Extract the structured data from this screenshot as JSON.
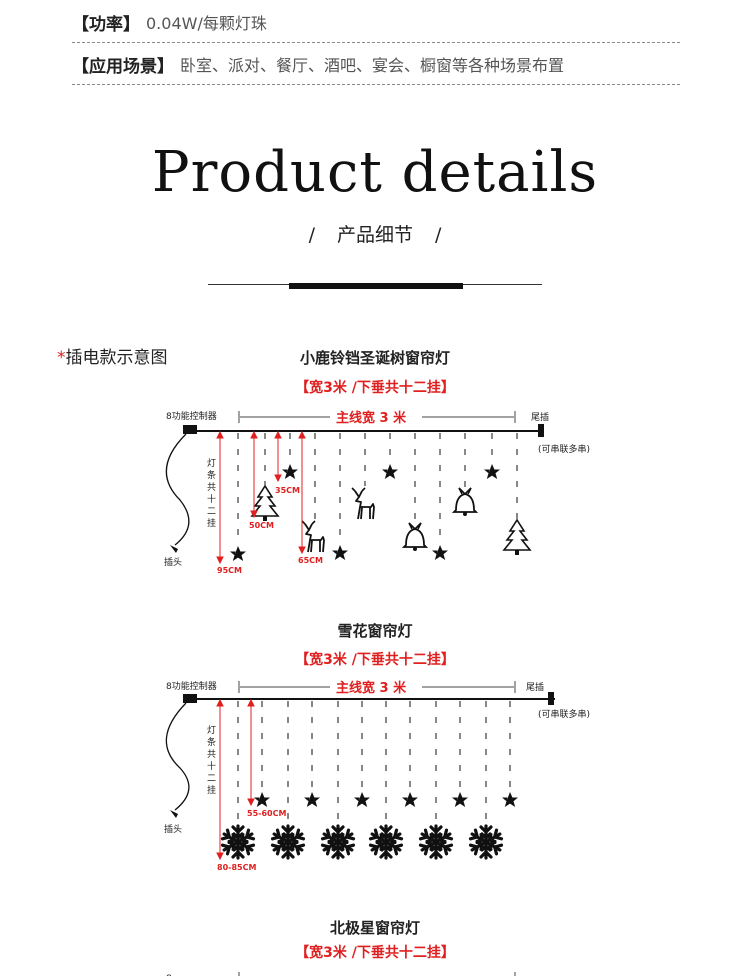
{
  "specs": [
    {
      "label": "【功率】",
      "value": "0.04W/每颗灯珠"
    },
    {
      "label": "【应用场景】",
      "value": "卧室、派对、餐厅、酒吧、宴会、橱窗等各种场景布置"
    }
  ],
  "heading": {
    "title": "Product details",
    "subtitle": "产品细节",
    "slash_left": "/",
    "slash_right": "/"
  },
  "plug_note": {
    "star": "*",
    "text": "插电款示意图"
  },
  "labels": {
    "controller": "8功能控制器",
    "main_wire": "主线宽 3 米",
    "tail_plug": "尾插",
    "connectable": "(可串联多串)",
    "plug": "插头",
    "strands": "灯条共十二挂"
  },
  "sections": [
    {
      "title": "小鹿铃铛圣诞树窗帘灯",
      "subtitle": "【宽3米 /下垂共十二挂】",
      "measurements": [
        "35CM",
        "50CM",
        "65CM",
        "95CM"
      ],
      "icons": [
        "star-icon",
        "tree-icon",
        "deer-icon",
        "bell-icon"
      ]
    },
    {
      "title": "雪花窗帘灯",
      "subtitle": "【宽3米 /下垂共十二挂】",
      "measurements": [
        "55-60CM",
        "80-85CM"
      ],
      "icons": [
        "star-icon",
        "snowflake-icon"
      ]
    },
    {
      "title": "北极星窗帘灯",
      "subtitle": "【宽3米 /下垂共十二挂】"
    }
  ],
  "colors": {
    "accent": "#e02020",
    "text": "#222222"
  }
}
